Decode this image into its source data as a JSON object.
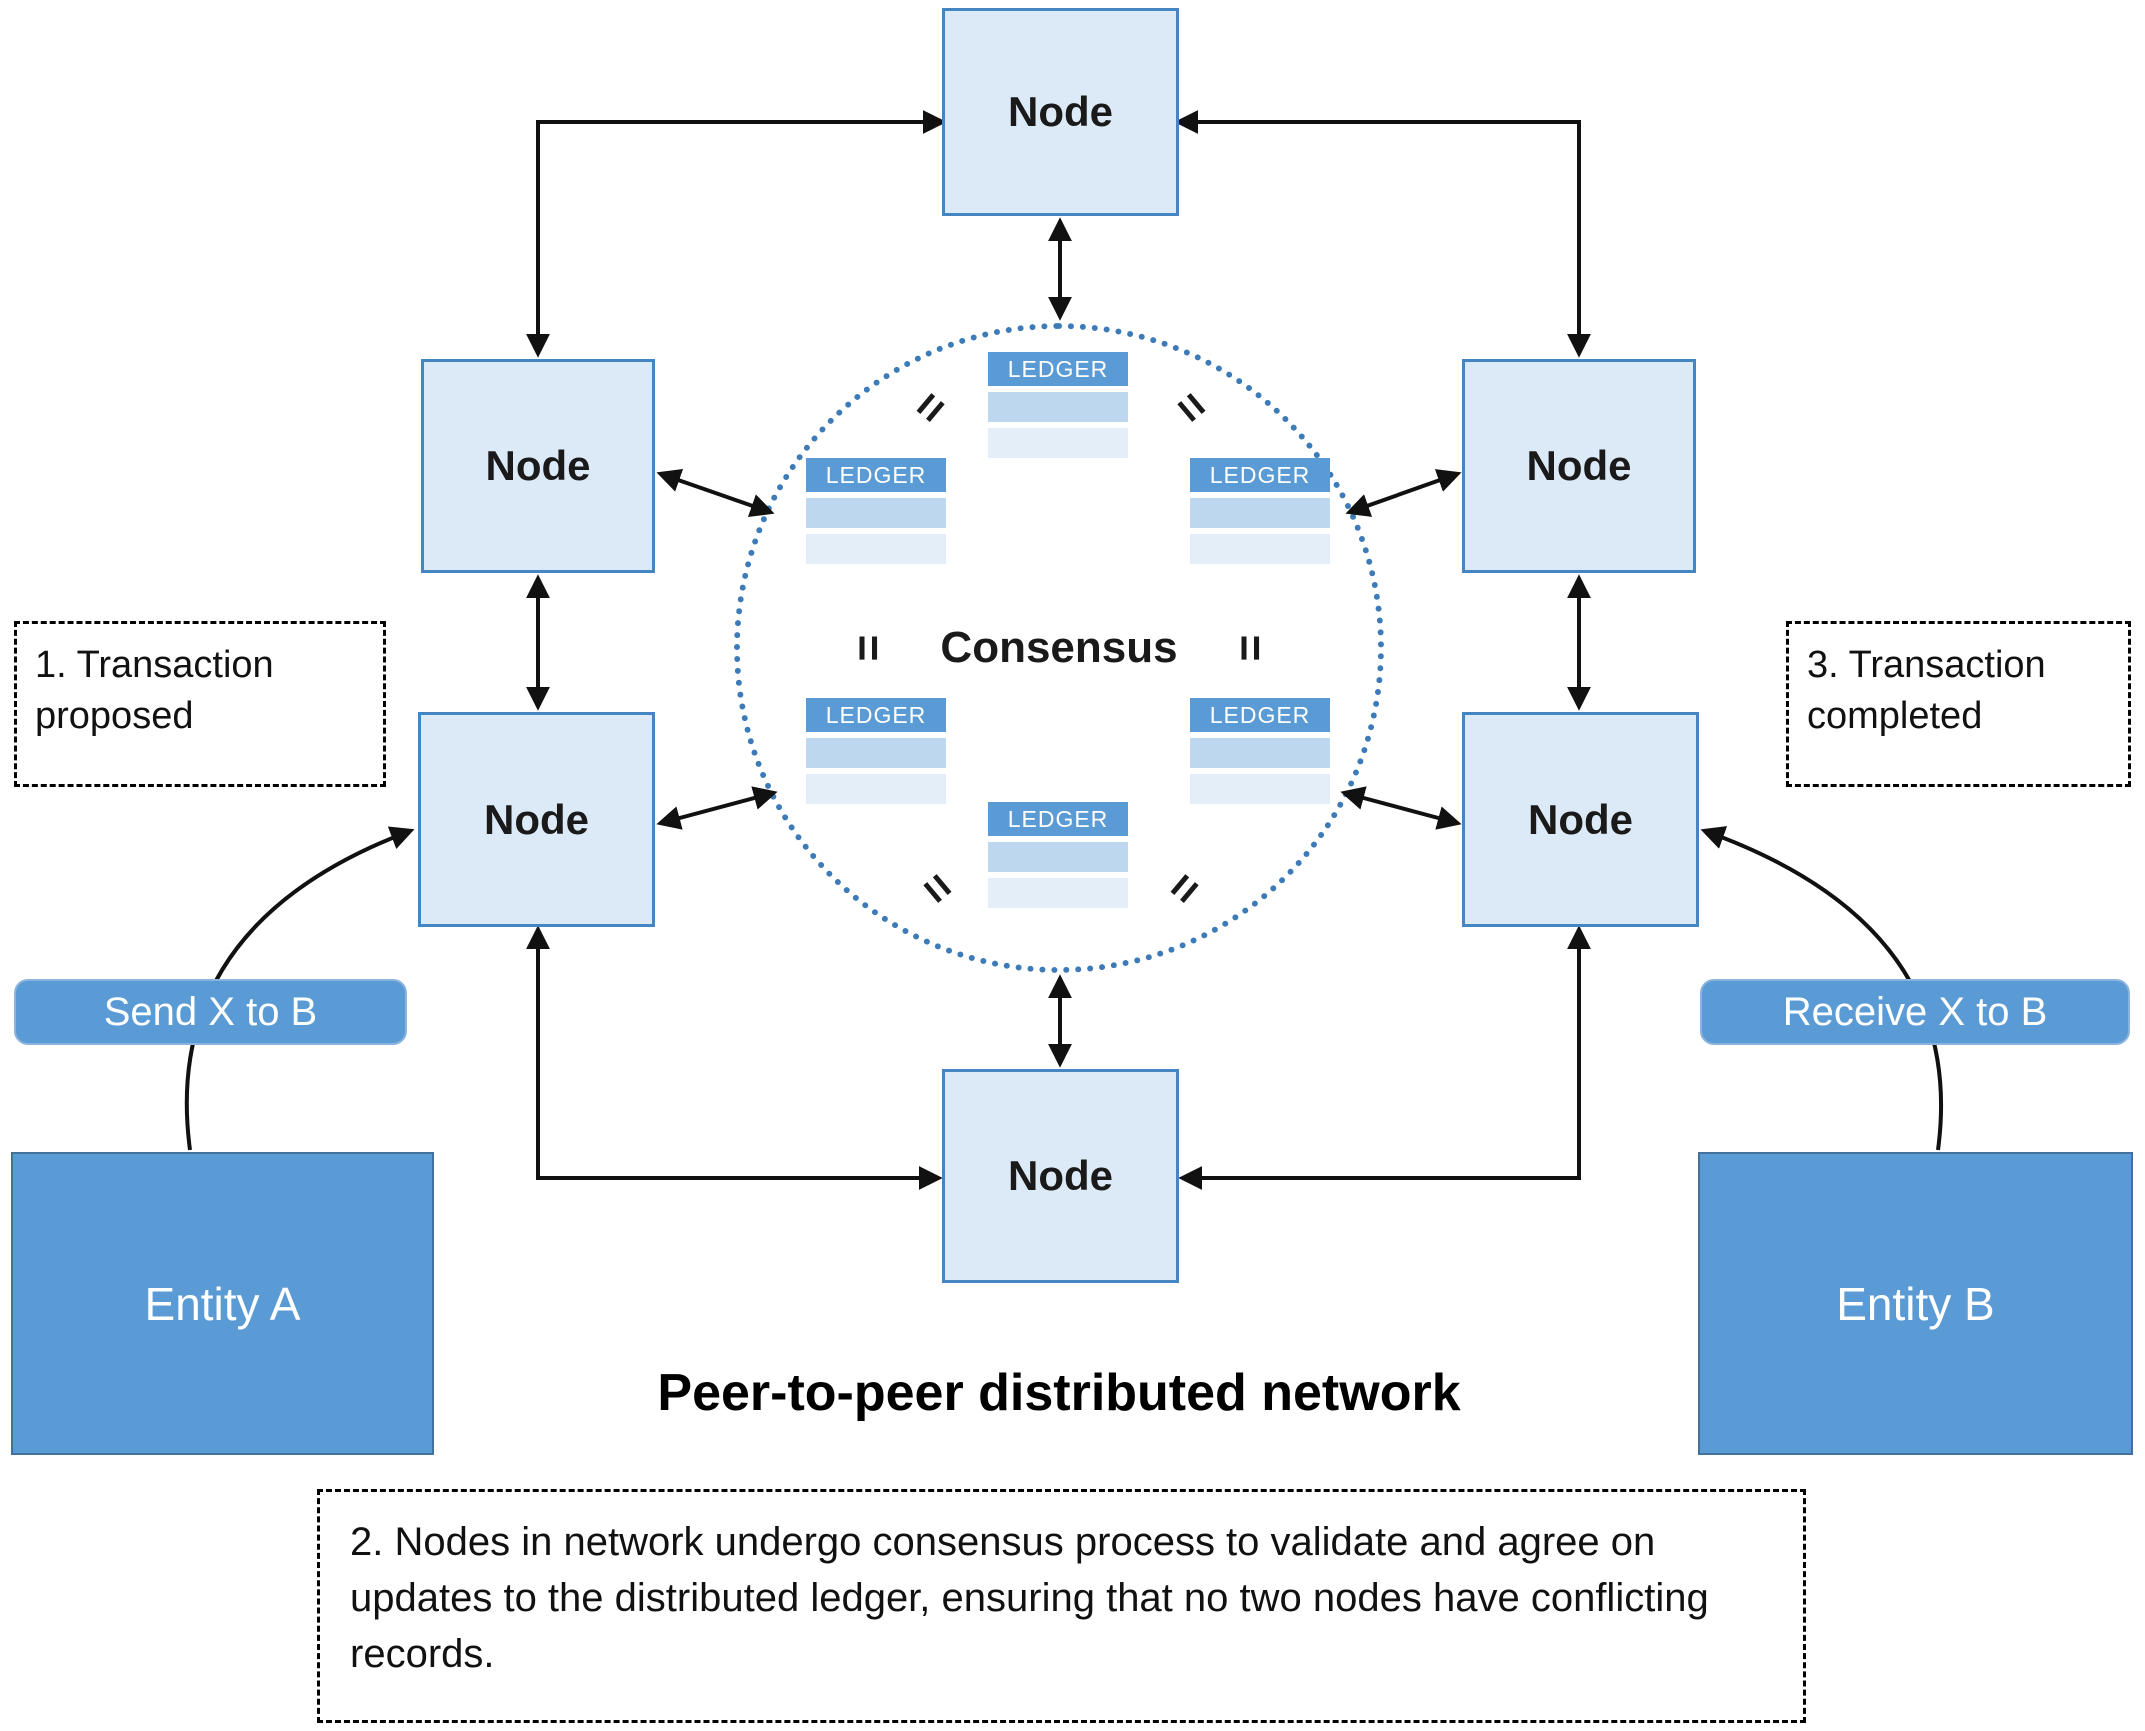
{
  "diagram": {
    "title": "Peer-to-peer distributed network",
    "node_label": "Node",
    "consensus_label": "Consensus",
    "ledger_label": "LEDGER",
    "equals_glyph": "=",
    "steps": {
      "step1": "1. Transaction proposed",
      "step2": "2. Nodes in network undergo consensus process to validate and agree on updates to the distributed ledger, ensuring that no two nodes have conflicting records.",
      "step3": "3. Transaction completed"
    },
    "labels": {
      "send": "Send X to B",
      "receive": "Receive X to B",
      "entity_a": "Entity A",
      "entity_b": "Entity B"
    },
    "colors": {
      "node_fill": "#dce9f6",
      "node_border": "#4585c2",
      "entity_fill": "#5b9bd5",
      "accent_blue": "#5b9bd5",
      "ledger_row1": "#bdd7ee",
      "ledger_row2": "#e4eef8",
      "circle_dot": "#3d7ab8",
      "arrow": "#111111"
    }
  }
}
